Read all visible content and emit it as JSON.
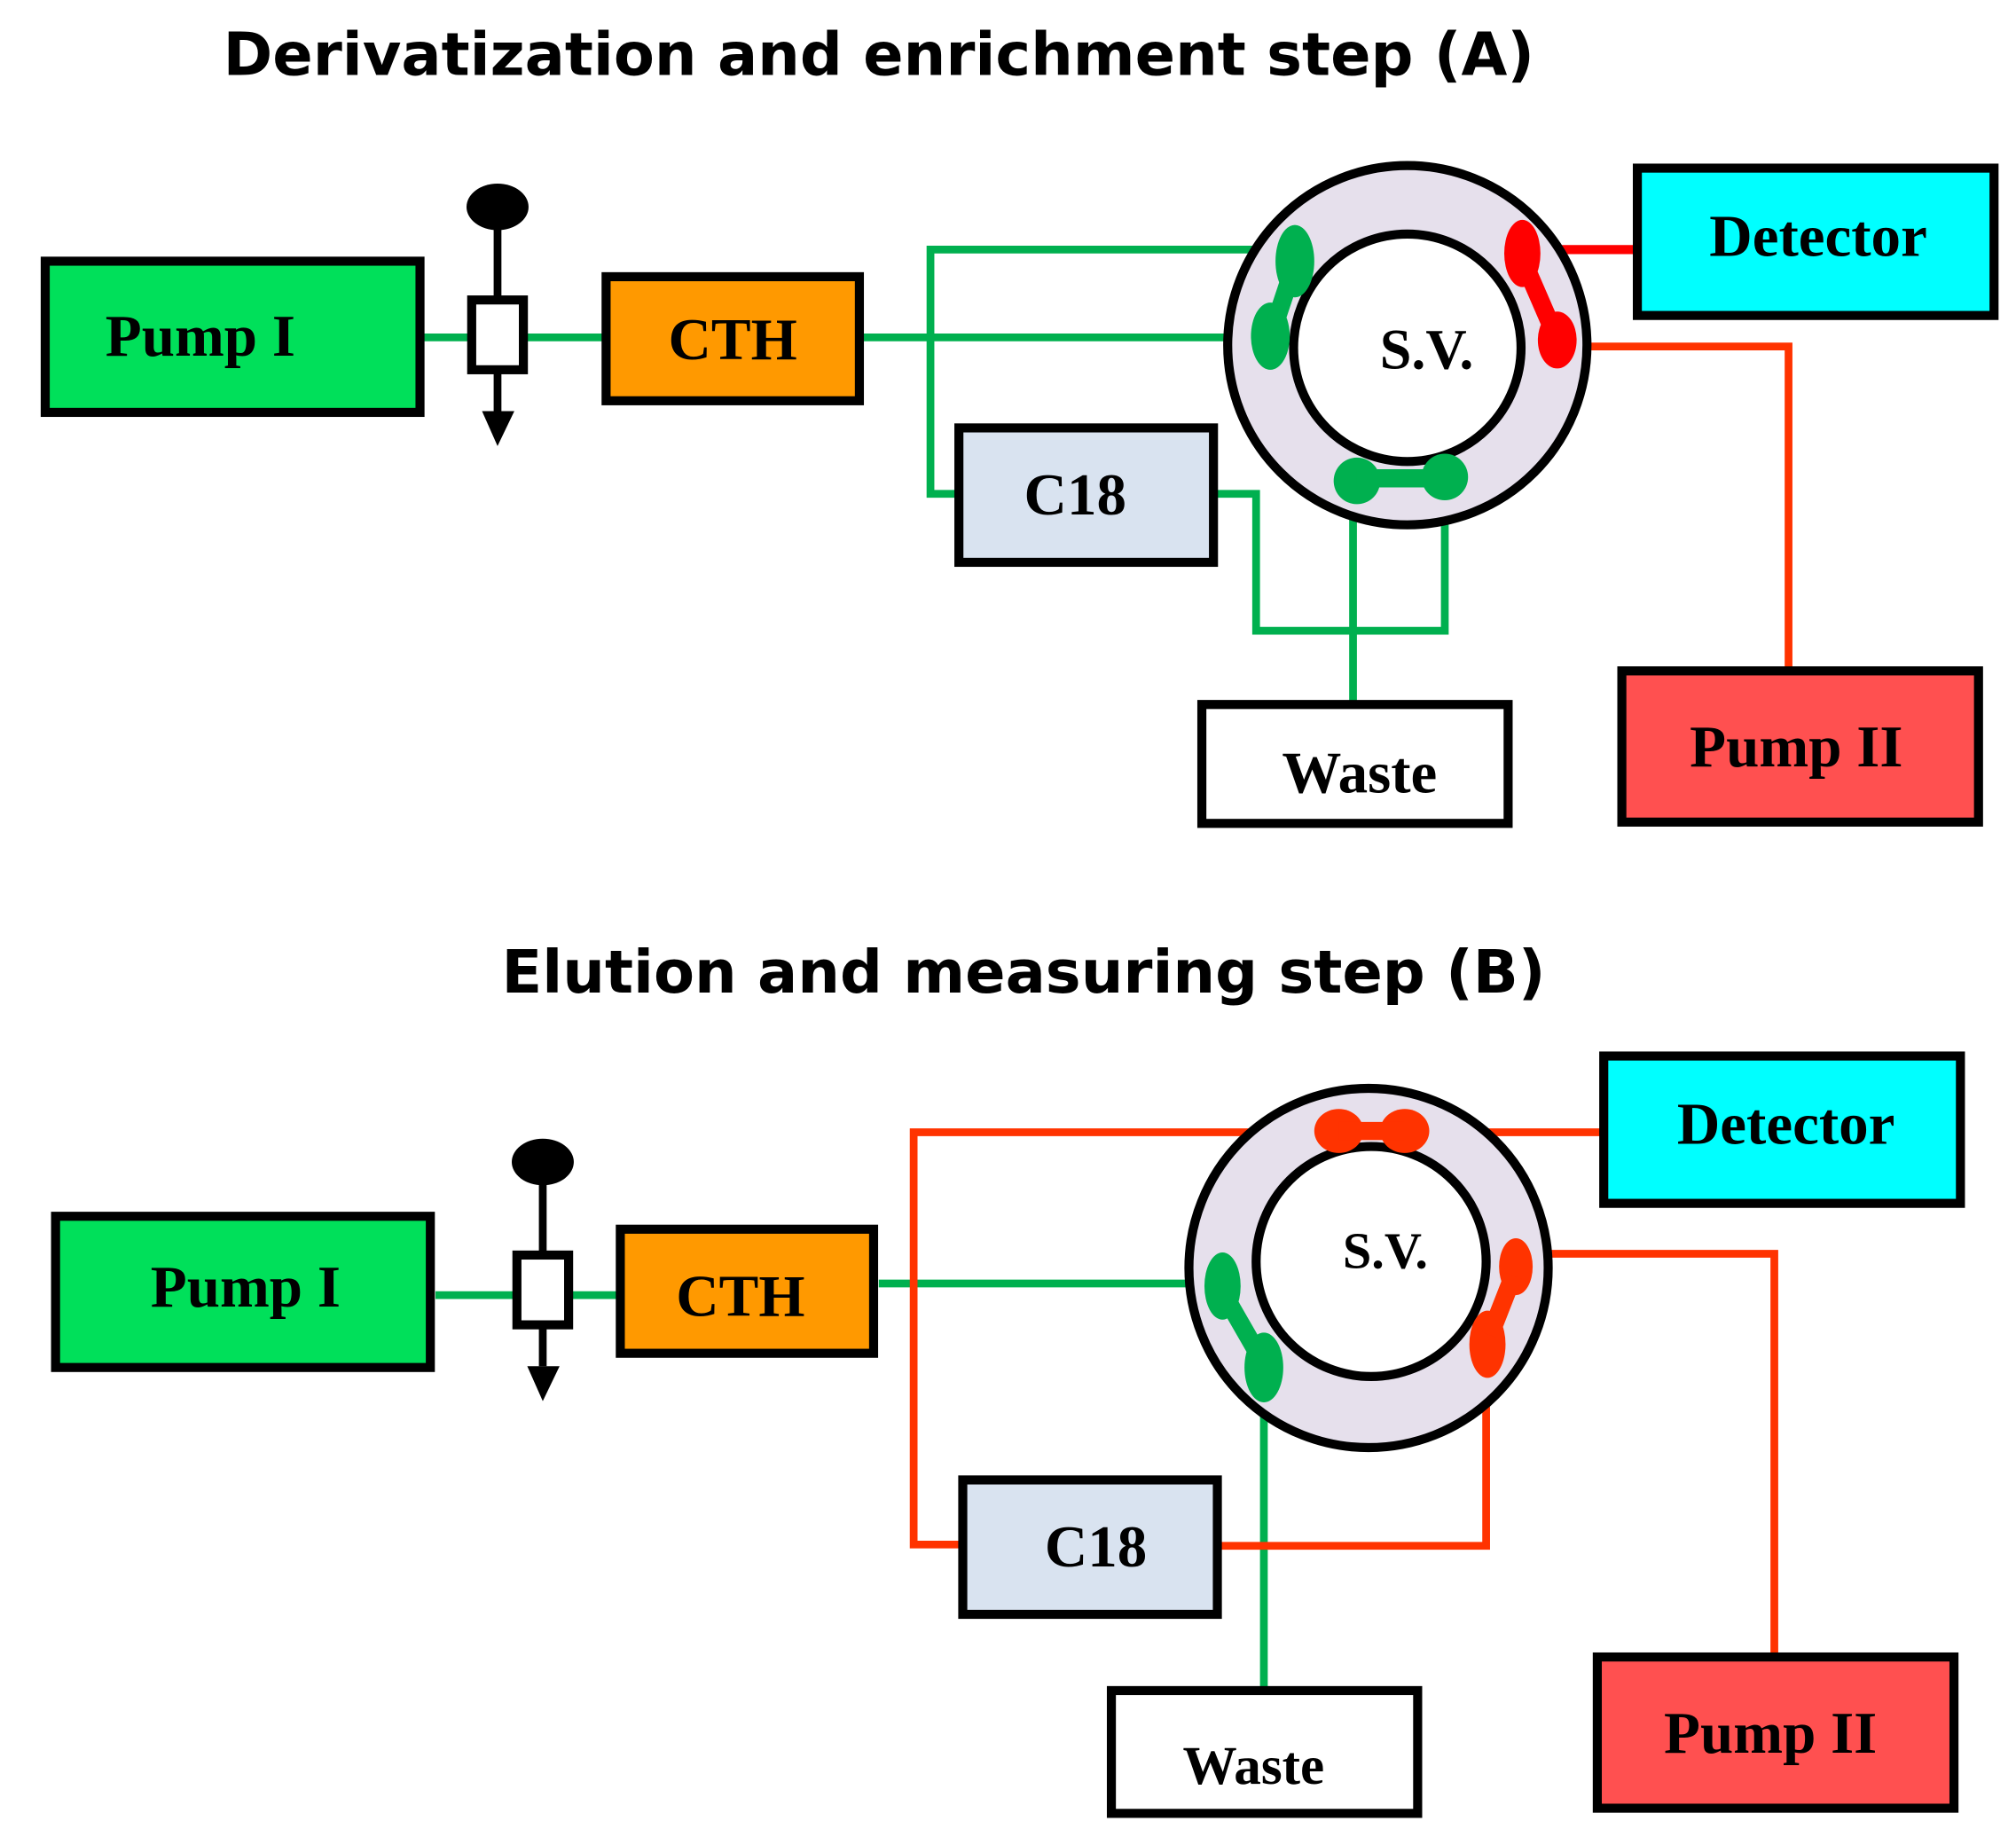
{
  "panels": [
    {
      "title": "Derivatization and enrichment step (A)",
      "components": {
        "pump1": "Pump I",
        "cth": "CTH",
        "c18": "C18",
        "valve": "S.V.",
        "detector": "Detector",
        "pump2": "Pump II",
        "waste": "Waste"
      }
    },
    {
      "title": "Elution and measuring step (B)",
      "components": {
        "pump1": "Pump I",
        "cth": "CTH",
        "c18": "C18",
        "valve": "S.V.",
        "detector": "Detector",
        "pump2": "Pump II",
        "waste": "Waste"
      }
    }
  ],
  "colors": {
    "pump1": "#00e05a",
    "cth": "#ff9900",
    "c18": "#d9e3f0",
    "detector": "#00ffff",
    "pump2": "#ff5050",
    "waste": "#ffffff",
    "valve_ring": "#e6e0ec",
    "green_line": "#00b04f",
    "red_line": "#ff3300"
  }
}
